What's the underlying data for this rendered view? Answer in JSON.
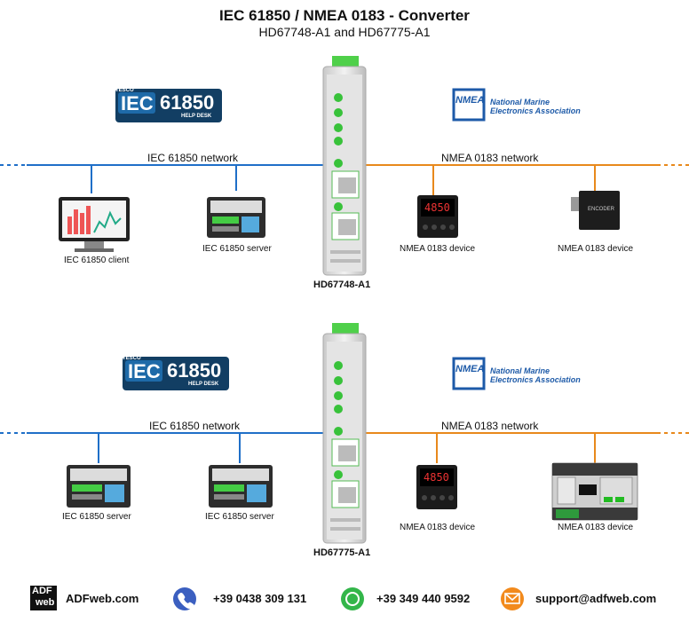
{
  "title": "IEC 61850 / NMEA 0183 - Converter",
  "subtitle": "HD67748-A1 and HD67775-A1",
  "logos": {
    "iec_prefix": "TESCO",
    "iec_text": "IEC",
    "iec_number": "61850",
    "iec_helpdesk": "HELP DESK",
    "nmea_letters": "NMEA",
    "nmea_line1": "National Marine",
    "nmea_line2": "Electronics Association"
  },
  "top": {
    "left_network": "IEC 61850 network",
    "right_network": "NMEA 0183 network",
    "devices": {
      "client": "IEC 61850 client",
      "server": "IEC 61850 server",
      "nmea1": "NMEA 0183 device",
      "nmea2": "NMEA 0183 device"
    },
    "encoder_label": "ENCODER",
    "converter": "HD67748-A1"
  },
  "bottom": {
    "left_network": "IEC 61850 network",
    "right_network": "NMEA 0183 network",
    "devices": {
      "server1": "IEC 61850 server",
      "server2": "IEC 61850 server",
      "nmea1": "NMEA 0183 device",
      "nmea2": "NMEA 0183 device"
    },
    "converter": "HD67775-A1"
  },
  "display_value": "4850",
  "footer": {
    "brand_top": "ADF",
    "brand_bottom": "web",
    "website": "ADFweb.com",
    "phone": "+39 0438 309 131",
    "whatsapp": "+39 349 440 9592",
    "email": "support@adfweb.com"
  },
  "colors": {
    "iec_line": "#1f6fc8",
    "nmea_line": "#e8891c",
    "led_green": "#38c23a",
    "iec_logo_bg": "#123e63",
    "nmea_blue": "#1d5aa8"
  }
}
